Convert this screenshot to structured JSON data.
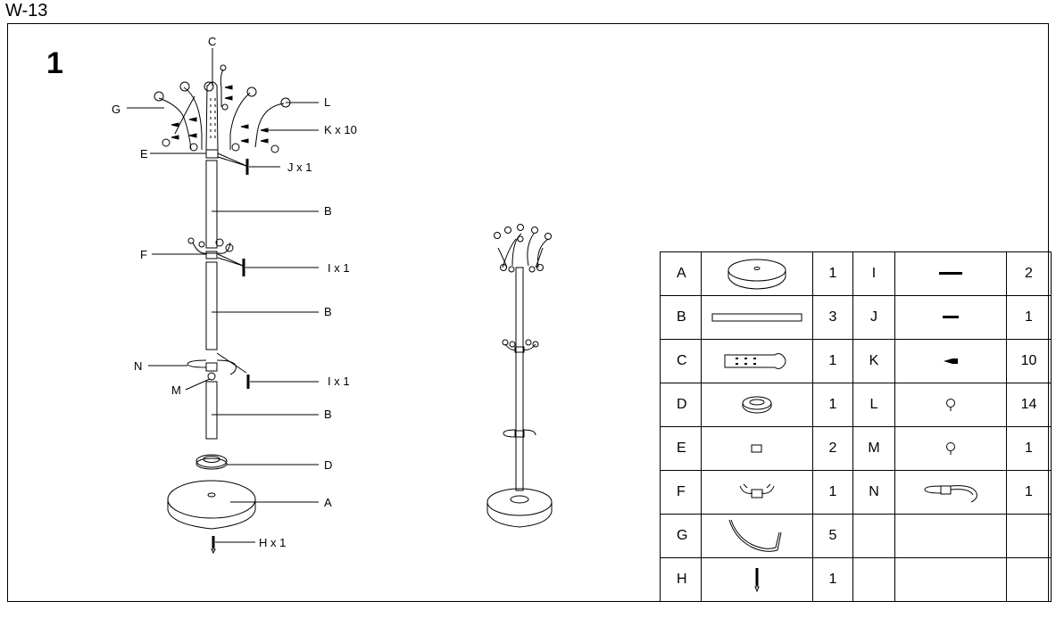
{
  "model_code": "W-13",
  "step_number": "1",
  "labels": {
    "C": "C",
    "G": "G",
    "L": "L",
    "K": "K x 10",
    "E": "E",
    "J": "J x 1",
    "B1": "B",
    "F": "F",
    "I1": "I x 1",
    "B2": "B",
    "N": "N",
    "M": "M",
    "I2": "I x 1",
    "B3": "B",
    "D": "D",
    "A": "A",
    "H": "H x 1"
  },
  "parts_table": [
    {
      "left": {
        "letter": "A",
        "icon": "round-base-icon",
        "qty": "1"
      },
      "right": {
        "letter": "I",
        "icon": "bolt-long-icon",
        "qty": "2"
      }
    },
    {
      "left": {
        "letter": "B",
        "icon": "tube-icon",
        "qty": "3"
      },
      "right": {
        "letter": "J",
        "icon": "bolt-short-icon",
        "qty": "1"
      }
    },
    {
      "left": {
        "letter": "C",
        "icon": "top-post-icon",
        "qty": "1"
      },
      "right": {
        "letter": "K",
        "icon": "plug-icon",
        "qty": "10"
      }
    },
    {
      "left": {
        "letter": "D",
        "icon": "base-nut-icon",
        "qty": "1"
      },
      "right": {
        "letter": "L",
        "icon": "ball-knob-icon",
        "qty": "14"
      }
    },
    {
      "left": {
        "letter": "E",
        "icon": "square-connector-icon",
        "qty": "2"
      },
      "right": {
        "letter": "M",
        "icon": "ball-knob-icon",
        "qty": "1"
      }
    },
    {
      "left": {
        "letter": "F",
        "icon": "double-hook-icon",
        "qty": "1"
      },
      "right": {
        "letter": "N",
        "icon": "umbrella-ring-icon",
        "qty": "1"
      }
    },
    {
      "left": {
        "letter": "G",
        "icon": "curved-arm-icon",
        "qty": "5"
      },
      "right": {
        "letter": "",
        "icon": "",
        "qty": ""
      }
    },
    {
      "left": {
        "letter": "H",
        "icon": "screw-icon",
        "qty": "1"
      },
      "right": {
        "letter": "",
        "icon": "",
        "qty": ""
      }
    }
  ]
}
